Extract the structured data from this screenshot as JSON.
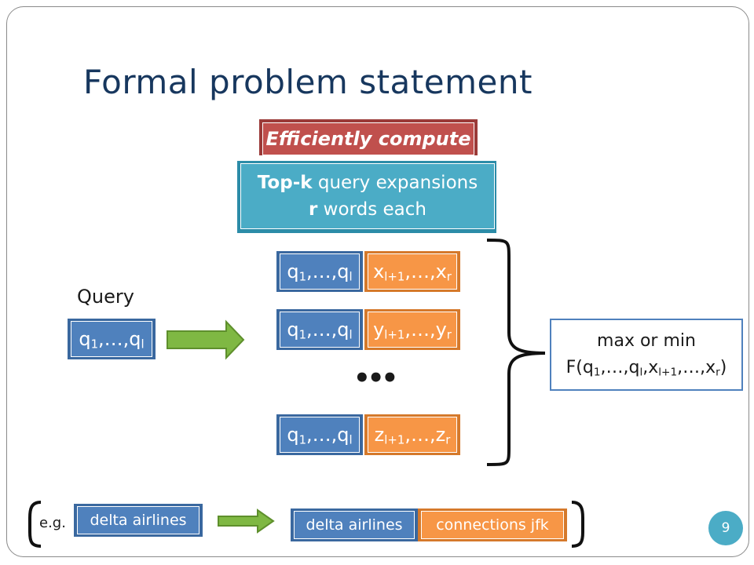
{
  "slide": {
    "title": "Formal problem statement",
    "page_number": "9"
  },
  "header": {
    "efficiently": "Efficiently compute",
    "topk_bold": "Top-k",
    "topk_rest": " query expansions",
    "words_bold": "r",
    "words_rest": " words each"
  },
  "query": {
    "label": "Query",
    "box": "q",
    "box_sub1": "1",
    "box_mid": ",…,q",
    "box_subl": "l"
  },
  "expansions": [
    {
      "prefix": "q",
      "prefix_sub": "1",
      "prefix_mid": ",…,q",
      "prefix_subl": "l",
      "suffix_var": "x",
      "suffix_sub": "l+1",
      "suffix_mid": ",…,x",
      "suffix_subr": "r"
    },
    {
      "prefix": "q",
      "prefix_sub": "1",
      "prefix_mid": ",…,q",
      "prefix_subl": "l",
      "suffix_var": "y",
      "suffix_sub": "l+1",
      "suffix_mid": ",…,y",
      "suffix_subr": "r"
    },
    {
      "prefix": "q",
      "prefix_sub": "1",
      "prefix_mid": ",…,q",
      "prefix_subl": "l",
      "suffix_var": "z",
      "suffix_sub": "l+1",
      "suffix_mid": ",…,z",
      "suffix_subr": "r"
    }
  ],
  "ellipsis": "•••",
  "result": {
    "line1": "max or min",
    "f": "F(q",
    "s1": "1",
    "t1": ",…,q",
    "s2": "l",
    "t2": ",x",
    "s3": "l+1",
    "t3": ",…,x",
    "s4": "r",
    "t4": ")"
  },
  "example": {
    "eg": "e.g.",
    "query": "delta airlines",
    "expanded_prefix": "delta airlines",
    "expanded_suffix": "connections jfk"
  },
  "colors": {
    "title": "#17375e",
    "blue": "#4f81bd",
    "orange": "#f79646",
    "red": "#c0504d",
    "teal": "#4bacc6",
    "arrow": "#7fb843"
  }
}
